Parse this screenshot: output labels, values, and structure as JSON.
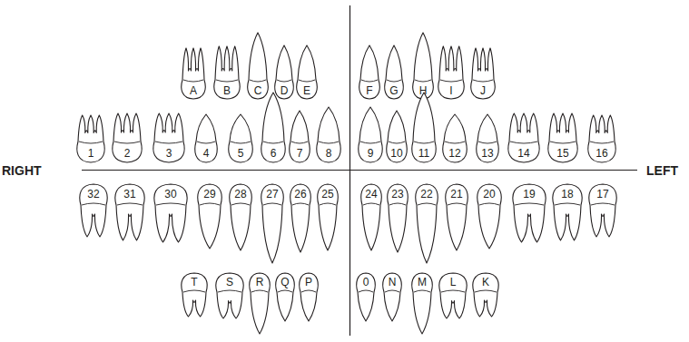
{
  "diagram": {
    "nodes": [
      {
        "text": [
          "A"
        ]
      },
      {
        "text": [
          "B"
        ]
      },
      {
        "text": [
          "C"
        ]
      },
      {
        "text": [
          "D"
        ]
      },
      {
        "text": [
          "E"
        ]
      },
      {
        "text": [
          "F"
        ]
      },
      {
        "text": [
          "G"
        ]
      },
      {
        "text": [
          "H"
        ]
      },
      {
        "text": [
          "I"
        ]
      },
      {
        "text": [
          "J"
        ]
      },
      {
        "text": [
          "1"
        ]
      },
      {
        "text": [
          "2"
        ]
      },
      {
        "text": [
          "3"
        ]
      },
      {
        "text": [
          "4"
        ]
      },
      {
        "text": [
          "5"
        ]
      },
      {
        "text": [
          "6"
        ]
      },
      {
        "text": [
          "7"
        ]
      },
      {
        "text": [
          "8"
        ]
      },
      {
        "text": [
          "9"
        ]
      },
      {
        "text": [
          "10"
        ]
      },
      {
        "text": [
          "11"
        ]
      },
      {
        "text": [
          "12"
        ]
      },
      {
        "text": [
          "13"
        ]
      },
      {
        "text": [
          "14"
        ]
      },
      {
        "text": [
          "15"
        ]
      },
      {
        "text": [
          "16"
        ]
      },
      {
        "text": [
          "32"
        ]
      },
      {
        "text": [
          "31"
        ]
      },
      {
        "text": [
          "30"
        ]
      },
      {
        "text": [
          "29"
        ]
      },
      {
        "text": [
          "28"
        ]
      },
      {
        "text": [
          "27"
        ]
      },
      {
        "text": [
          "26"
        ]
      },
      {
        "text": [
          "25"
        ]
      },
      {
        "text": [
          "24"
        ]
      },
      {
        "text": [
          "23"
        ]
      },
      {
        "text": [
          "22"
        ]
      },
      {
        "text": [
          "21"
        ]
      },
      {
        "text": [
          "20"
        ]
      },
      {
        "text": [
          "19"
        ]
      },
      {
        "text": [
          "18"
        ]
      },
      {
        "text": [
          "17"
        ]
      },
      {
        "text": [
          "T"
        ]
      },
      {
        "text": [
          "S"
        ]
      },
      {
        "text": [
          "R"
        ]
      },
      {
        "text": [
          "Q"
        ]
      },
      {
        "text": [
          "P"
        ]
      },
      {
        "text": [
          "0"
        ]
      },
      {
        "text": [
          "N"
        ]
      },
      {
        "text": [
          "M"
        ]
      },
      {
        "text": [
          "L"
        ]
      },
      {
        "text": [
          "K"
        ]
      }
    ],
    "labels": [
      "RIGHT",
      "LEFT"
    ]
  }
}
